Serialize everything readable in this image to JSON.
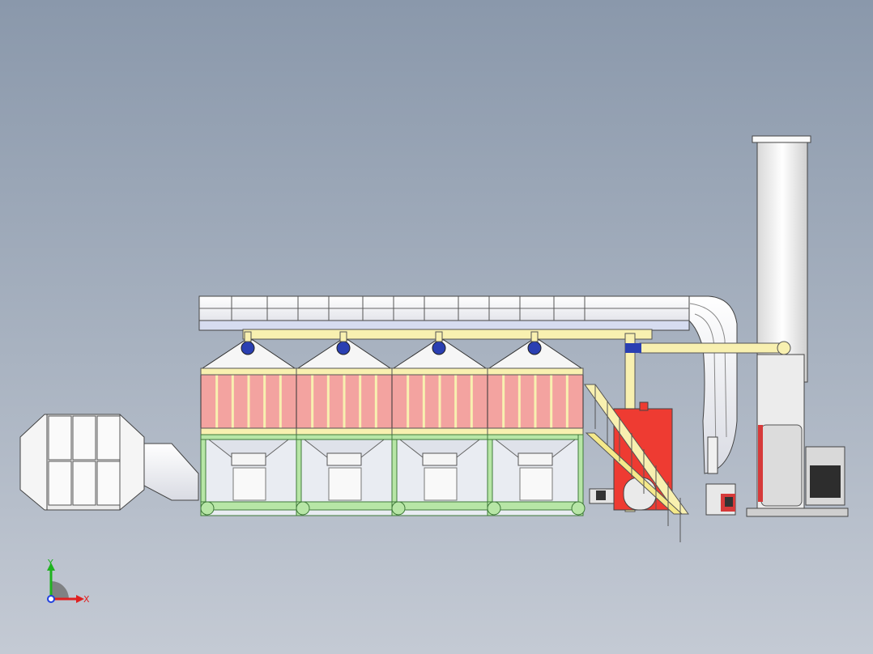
{
  "viewport": {
    "background_top": "#8a98ab",
    "background_bottom": "#c4cad4"
  },
  "model": {
    "adsorption_bed_count": 4,
    "colors": {
      "frame_green": "#b7e6a6",
      "frame_green_edge": "#3f7a3a",
      "filter_red": "#f3a3a0",
      "walkway_yellow": "#f8f0b0",
      "combustion_red": "#ee3b32",
      "damper_blue": "#2a3fb2",
      "steel_white": "#f4f4f4",
      "line": "#333333"
    }
  },
  "triad": {
    "x_label": "X",
    "y_label": "Y",
    "x_color": "#e02020",
    "y_color": "#1fb21f",
    "z_color": "#2040e0"
  }
}
